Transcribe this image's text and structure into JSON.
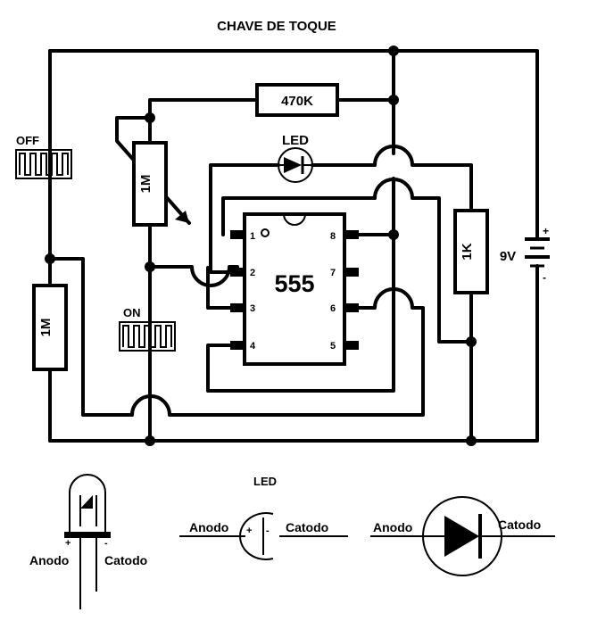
{
  "title": "CHAVE DE TOQUE",
  "components": {
    "r_470k": "470K",
    "r_1k": "1K",
    "r_1m_left": "1M",
    "pot_1m": "1M",
    "led": "LED",
    "ic": "555",
    "battery": "9V",
    "battery_plus": "+",
    "battery_minus": "-",
    "touch_off": "OFF",
    "touch_on": "ON"
  },
  "ic_pins": [
    "1",
    "2",
    "3",
    "4",
    "5",
    "6",
    "7",
    "8"
  ],
  "legend": {
    "title": "LED",
    "anode": "Anodo",
    "cathode": "Catodo",
    "plus": "+",
    "minus": "-"
  }
}
